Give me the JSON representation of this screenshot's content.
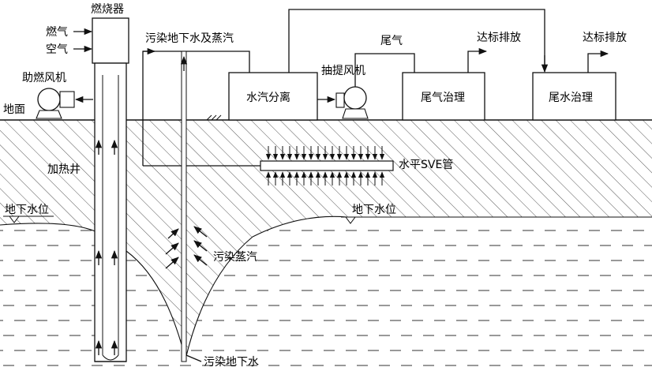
{
  "labels": {
    "burner": "燃烧器",
    "fuel_gas": "燃气",
    "air": "空气",
    "combustion_fan": "助燃风机",
    "ground_surface": "地面",
    "contaminated_gw_and_steam": "污染地下水及蒸汽",
    "water_vapor_separation": "水汽分离",
    "extraction_fan": "抽提风机",
    "tail_gas": "尾气",
    "discharge_compliant_1": "达标排放",
    "tail_gas_treatment": "尾气治理",
    "discharge_compliant_2": "达标排放",
    "wastewater_treatment": "尾水治理",
    "heating_well": "加热井",
    "horizontal_sve_pipe": "水平SVE管",
    "water_table_left": "地下水位",
    "water_table_right": "地下水位",
    "contaminant_vapor": "污染蒸汽",
    "contaminated_groundwater": "污染地下水"
  },
  "colors": {
    "line": "#111111",
    "background": "#ffffff"
  },
  "icons": [
    "fan-icon",
    "ground-symbol-icon",
    "water-level-marker-icon",
    "flow-arrow-icon"
  ]
}
